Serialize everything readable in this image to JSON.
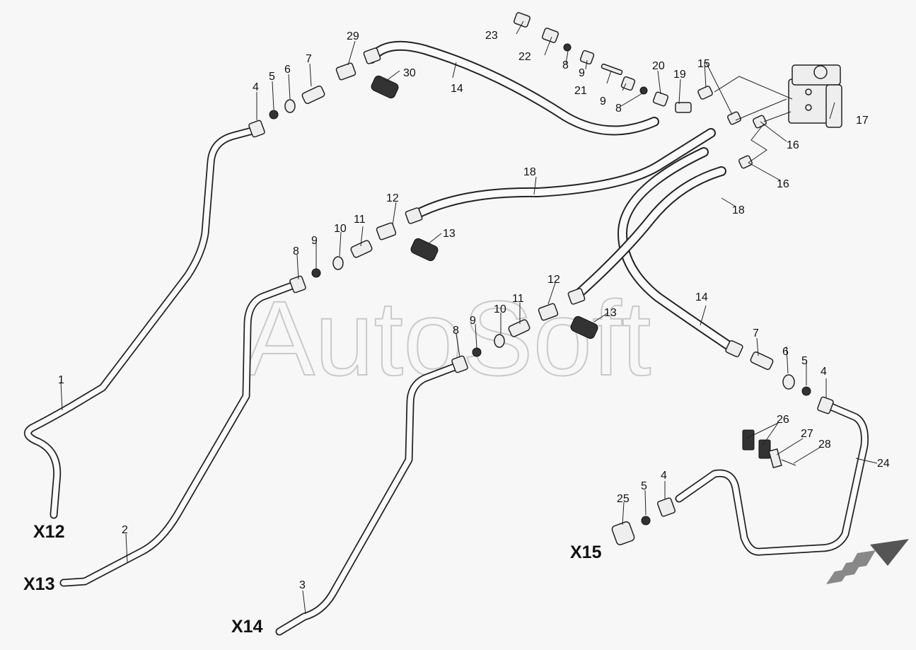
{
  "watermark": "AutoSoft",
  "connectors": [
    "X12",
    "X13",
    "X14",
    "X15"
  ],
  "callouts": [
    "1",
    "2",
    "3",
    "4",
    "5",
    "6",
    "7",
    "8",
    "9",
    "10",
    "11",
    "12",
    "13",
    "14",
    "15",
    "16",
    "17",
    "18",
    "19",
    "20",
    "21",
    "22",
    "23",
    "24",
    "25",
    "26",
    "27",
    "28",
    "29",
    "30"
  ]
}
